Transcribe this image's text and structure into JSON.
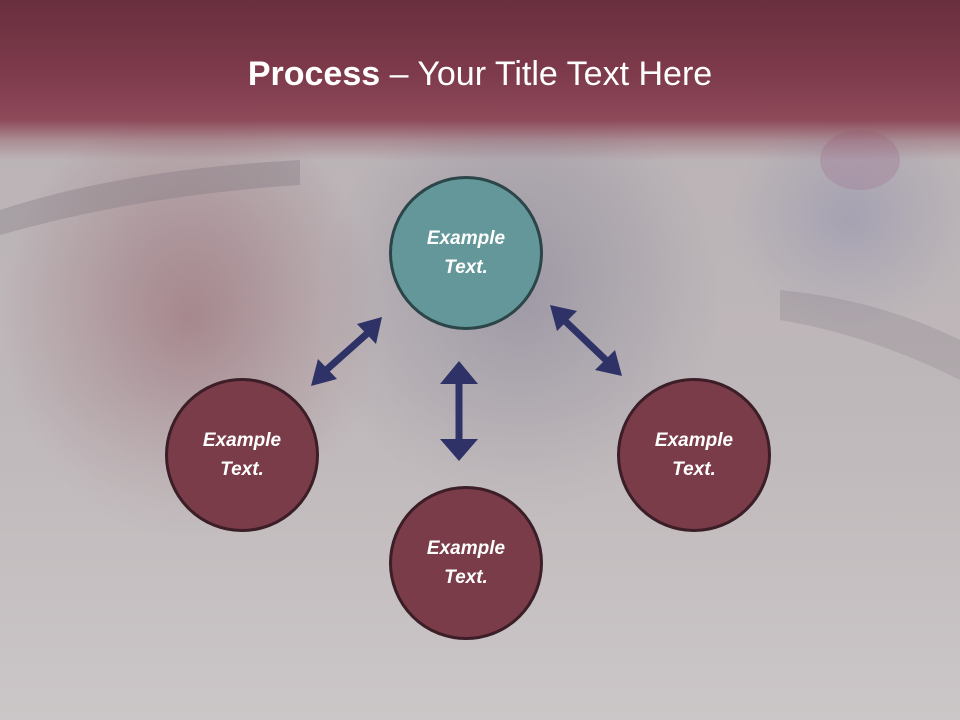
{
  "title": {
    "bold": "Process",
    "rest": " – Your Title Text Here"
  },
  "nodes": {
    "top": "Example Text.",
    "left": "Example Text.",
    "bottom": "Example Text.",
    "right": "Example Text."
  },
  "colors": {
    "title_band": "#7d3a4b",
    "node_primary": "#63979a",
    "node_secondary": "#7a3c48",
    "arrow": "#2e3267"
  }
}
